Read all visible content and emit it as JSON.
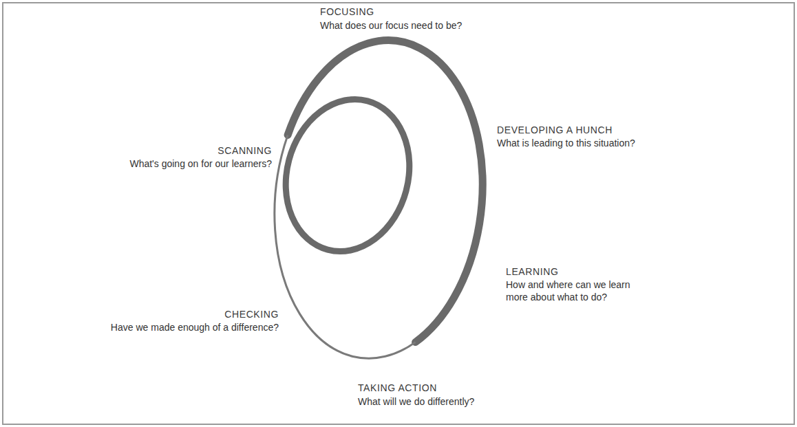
{
  "diagram": {
    "labels": [
      "FOCUSING",
      "What does our focus need to be?",
      "DEVELOPING A HUNCH",
      "What is leading to this situation?",
      "SCANNING",
      "What's going on for our learners?",
      "LEARNING",
      "How and where can we learn more about what to do?",
      "CHECKING",
      "Have we made enough of a difference?",
      "TAKING ACTION",
      "What will we do differently?"
    ]
  }
}
